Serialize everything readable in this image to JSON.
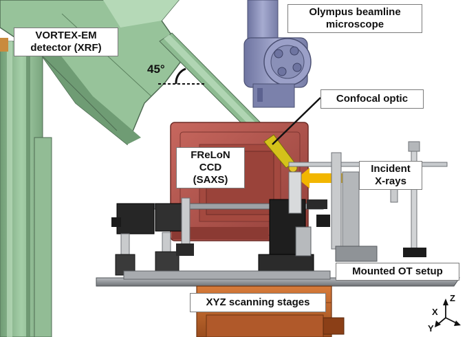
{
  "labels": {
    "vortex_detector": [
      "VORTEX-EM",
      "detector (XRF)"
    ],
    "olympus_microscope": [
      "Olympus beamline",
      "microscope"
    ],
    "confocal_optic": "Confocal optic",
    "frelon_ccd": [
      "FReLoN",
      "CCD",
      "(SAXS)"
    ],
    "incident_xrays": [
      "Incident",
      "X-rays"
    ],
    "mounted_ot_setup": "Mounted OT setup",
    "xyz_stages": "XYZ scanning stages",
    "angle": "45°"
  },
  "axes": {
    "x": "X",
    "y": "Y",
    "z": "Z"
  },
  "colors": {
    "detector_green": "#8fb892",
    "ccd_red": "#b5524a",
    "microscope_blue": "#8a90b8",
    "stage_orange": "#c0642a",
    "optic_yellow": "#d4c21a",
    "xray_arrow": "#f2b600"
  }
}
